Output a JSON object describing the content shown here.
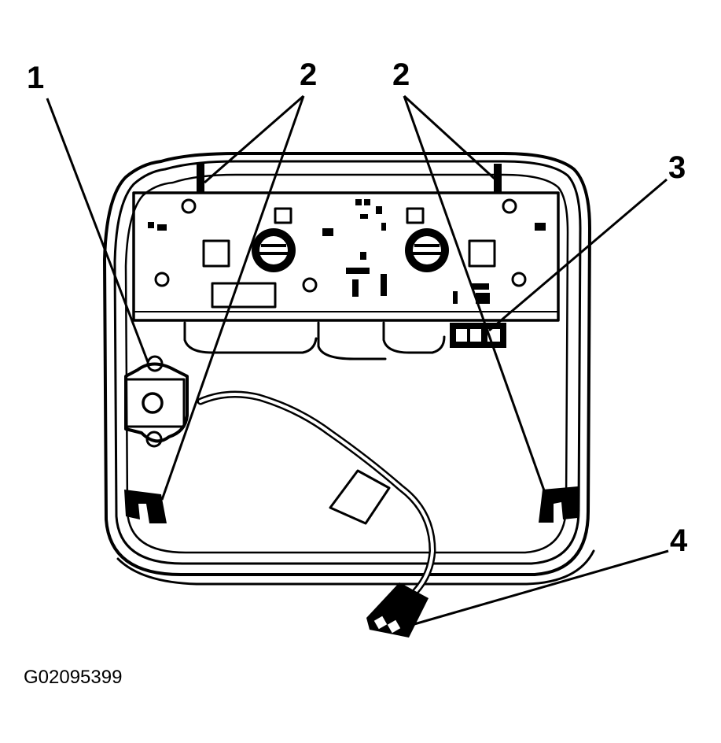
{
  "callouts": [
    {
      "id": "1",
      "label": "1"
    },
    {
      "id": "2a",
      "label": "2"
    },
    {
      "id": "2b",
      "label": "2"
    },
    {
      "id": "3",
      "label": "3"
    },
    {
      "id": "4",
      "label": "4"
    }
  ],
  "figure_id": "G02095399"
}
